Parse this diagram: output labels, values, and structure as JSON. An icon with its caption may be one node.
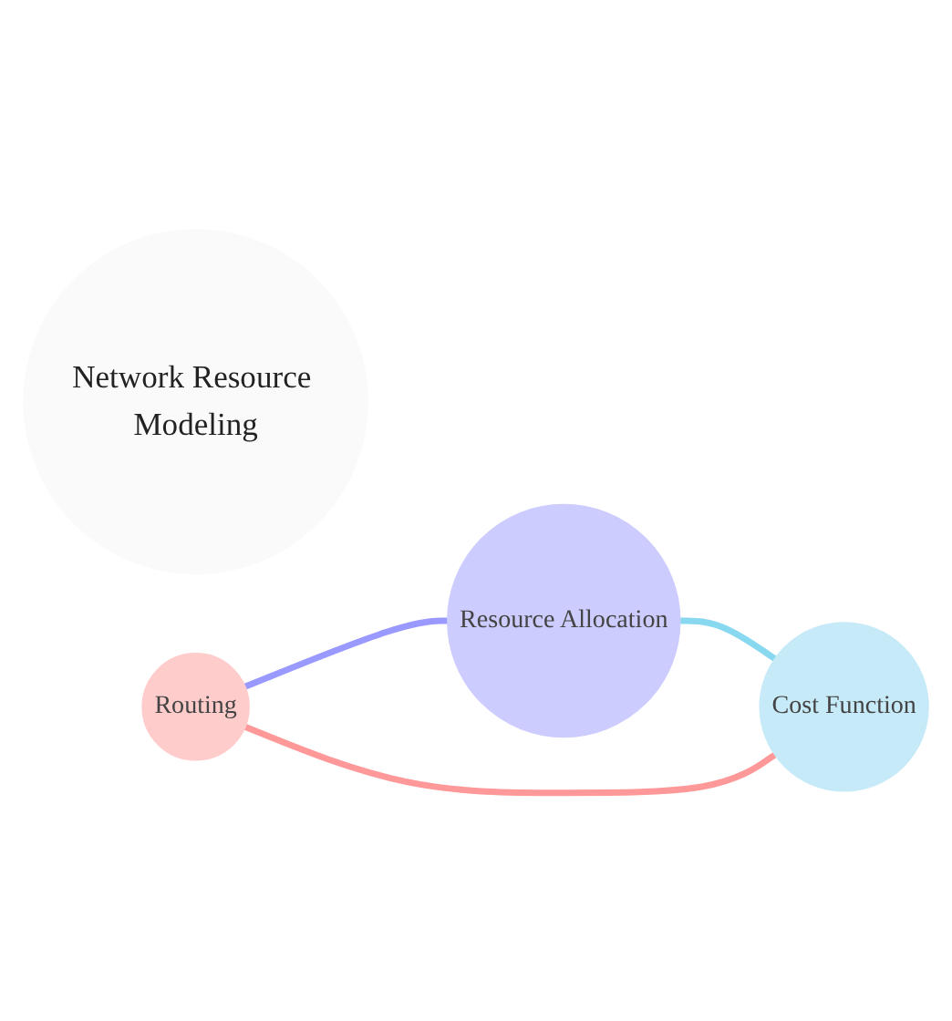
{
  "diagram": {
    "nodes": [
      {
        "text": [
          "Network Resource Modeling"
        ]
      },
      {
        "text": [
          "Routing"
        ]
      },
      {
        "text": [
          "Resource Allocation"
        ]
      },
      {
        "text": [
          "Cost Function"
        ]
      }
    ],
    "edges": [
      {
        "from": 1,
        "to": 2,
        "arrow": "none",
        "color": "#9999ff"
      },
      {
        "from": 2,
        "to": 3,
        "arrow": "none",
        "color": "#88d8f0"
      },
      {
        "from": 3,
        "to": 1,
        "arrow": "none",
        "color": "#ff9999"
      }
    ]
  }
}
